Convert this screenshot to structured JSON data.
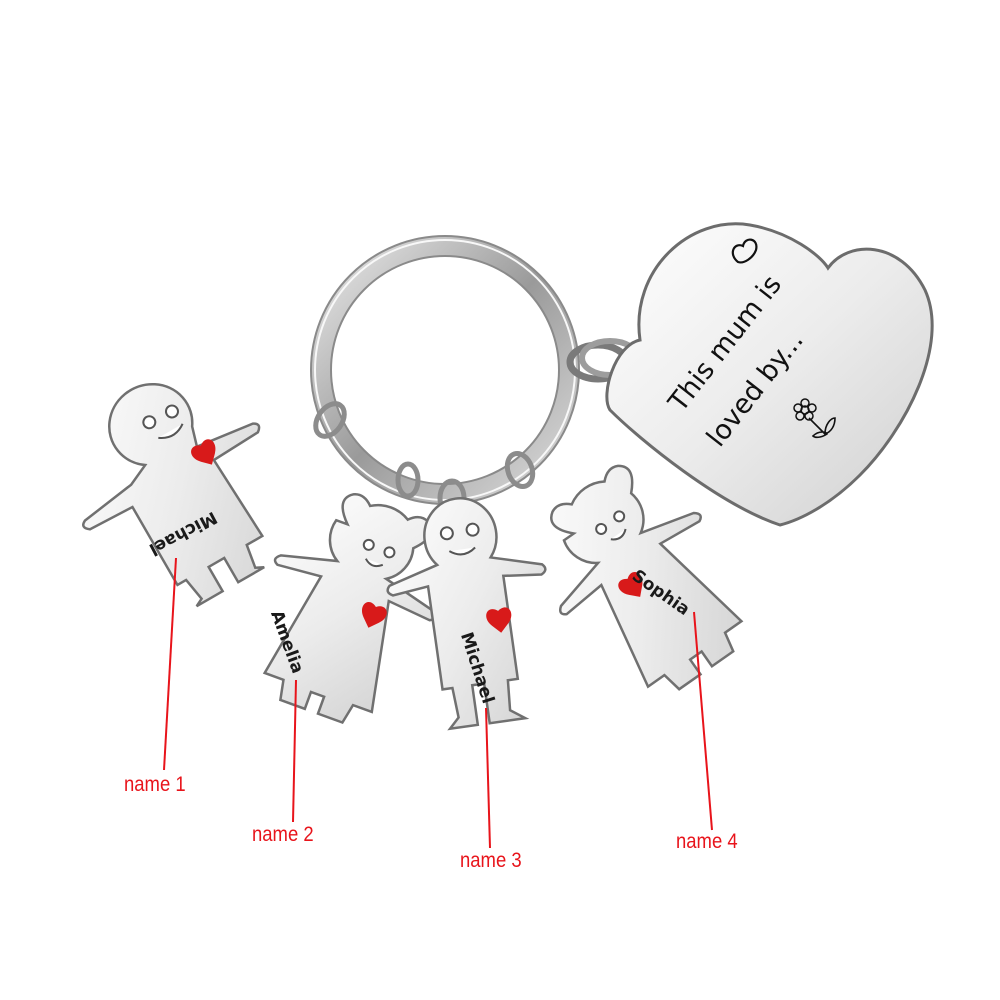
{
  "product": {
    "tag": {
      "line1": "This mum is",
      "line2": "loved by...",
      "icons": [
        "heart-outline-icon",
        "flower-icon"
      ]
    },
    "charms": [
      {
        "figure": "boy",
        "engraving": "Michael",
        "callout": "name 1"
      },
      {
        "figure": "girl",
        "engraving": "Amelia",
        "callout": "name 2"
      },
      {
        "figure": "boy",
        "engraving": "Michael",
        "callout": "name 3"
      },
      {
        "figure": "girl",
        "engraving": "Sophia",
        "callout": "name 4"
      }
    ]
  },
  "colors": {
    "callout": "#e8141b",
    "heart_enamel": "#d81a1a",
    "steel_light": "#f4f4f4",
    "steel_mid": "#c9c9c9",
    "steel_dark": "#6a6a6a"
  }
}
